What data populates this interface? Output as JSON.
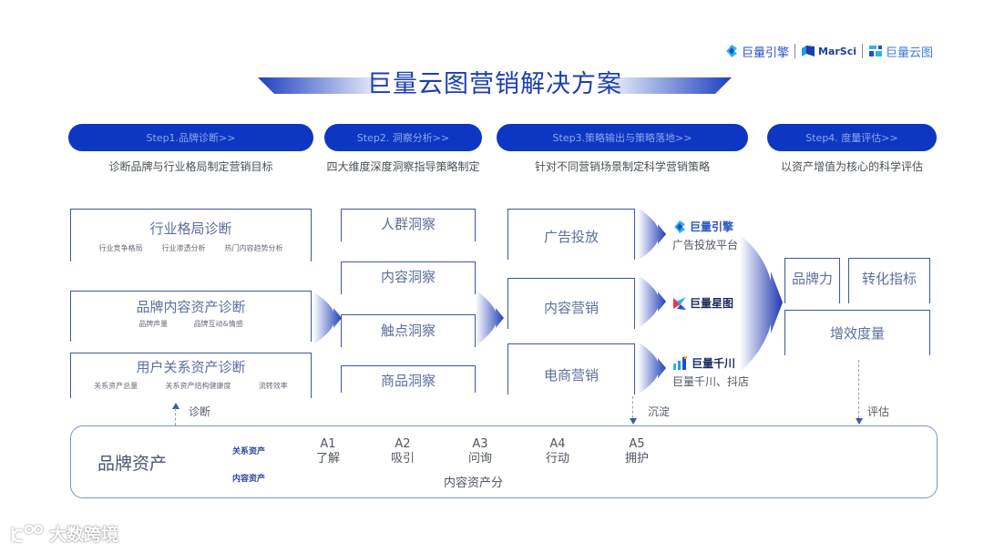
{
  "header": {
    "logos": [
      {
        "name": "巨量引擎",
        "icon": "ocean-engine-logo"
      },
      {
        "name": "MarSci",
        "icon": "marsci-logo"
      },
      {
        "name": "巨量云图",
        "icon": "yuntu-logo"
      }
    ],
    "title": "巨量云图营销解决方案"
  },
  "steps": [
    {
      "label": "Step1.品牌诊断>>",
      "desc": "诊断品牌与行业格局制定营销目标"
    },
    {
      "label": "Step2. 洞察分析>>",
      "desc": "四大维度深度洞察指导策略制定"
    },
    {
      "label": "Step3.策略输出与策略落地>>",
      "desc": "针对不同营销场景制定科学营销策略"
    },
    {
      "label": "Step4. 度量评估>>",
      "desc": "以资产增值为核心的科学评估"
    }
  ],
  "diagnosis": [
    {
      "title": "行业格局诊断",
      "subs": [
        "行业竞争格局",
        "行业渗透分析",
        "热门内容趋势分析"
      ]
    },
    {
      "title": "品牌内容资产诊断",
      "subs": [
        "品牌声量",
        "品牌互动&情感"
      ]
    },
    {
      "title": "用户关系资产诊断",
      "subs": [
        "关系资产总量",
        "关系资产结构健康度",
        "流转效率"
      ]
    }
  ],
  "insights": [
    "人群洞察",
    "内容洞察",
    "触点洞察",
    "商品洞察"
  ],
  "strategies": [
    "广告投放",
    "内容营销",
    "电商营销"
  ],
  "platforms": [
    {
      "name": "巨量引擎",
      "sub": "广告投放平台",
      "icon": "ocean-engine-logo"
    },
    {
      "name": "巨量星图",
      "sub": "",
      "icon": "xingtu-logo"
    },
    {
      "name": "巨量千川",
      "sub": "巨量千川、抖店",
      "icon": "qianchuan-logo"
    }
  ],
  "metrics": {
    "top": [
      "品牌力",
      "转化指标"
    ],
    "bottom": "增效度量"
  },
  "connectors": {
    "diagnose": "诊断",
    "deposit": "沉淀",
    "evaluate": "评估"
  },
  "assets": {
    "title": "品牌资产",
    "relation_tag": "关系资产",
    "content_tag": "内容资产",
    "stages": [
      {
        "code": "A1",
        "label": "了解"
      },
      {
        "code": "A2",
        "label": "吸引"
      },
      {
        "code": "A3",
        "label": "问询"
      },
      {
        "code": "A4",
        "label": "行动"
      },
      {
        "code": "A5",
        "label": "拥护"
      }
    ],
    "content_score": "内容资产分"
  },
  "watermark": "大数跨境",
  "colors": {
    "primary": "#0d37c2",
    "title": "#1d3eb4",
    "box_border": "#3e56a8"
  }
}
